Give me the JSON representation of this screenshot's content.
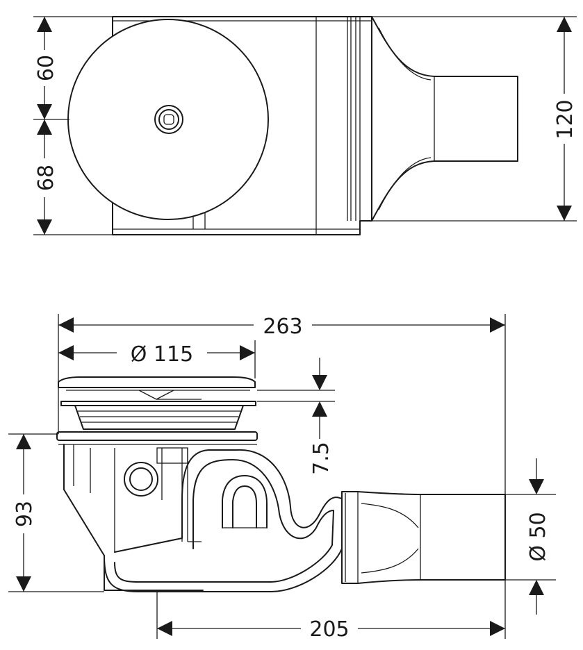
{
  "dimensions": {
    "top_view": {
      "upper_offset": "60",
      "lower_offset": "68",
      "overall_width": "120"
    },
    "side_view": {
      "overall_length": "263",
      "cover_diameter": "Ø 115",
      "cover_gap": "7.5",
      "body_height": "93",
      "outlet_diameter": "Ø 50",
      "outlet_distance": "205"
    }
  }
}
